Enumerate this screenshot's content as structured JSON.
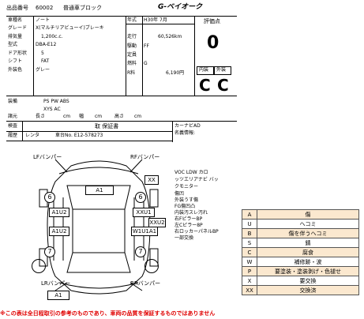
{
  "header": {
    "lot_label": "出品番号",
    "lot_number": "60002",
    "auction_name": "普通車ブロック",
    "brand": "G-ベイオーク"
  },
  "specs": {
    "car_name_label": "車種名",
    "car_name": "ノート",
    "grade_label": "グレード",
    "grade": "X(マルチリアビューイ)ブレーキ",
    "displacement_label": "排気量",
    "displacement": "1,200c.c.",
    "model_label": "型式",
    "model": "DBA-E12",
    "doors_label": "ドア形状",
    "doors": "5",
    "shift_label": "シフト",
    "shift": "FAT",
    "color_label": "外装色",
    "color": "グレー",
    "year_label": "年式",
    "year": "H30年 7月",
    "mileage_label": "走行",
    "mileage": "60,526km",
    "drive_label": "駆動",
    "drive": "FF",
    "capacity_label": "定員",
    "capacity": "",
    "fuel_label": "燃料",
    "fuel": "G",
    "recycle_label": "R料",
    "recycle": "6,190円"
  },
  "scores": {
    "eval_label": "評価点",
    "eval_score": "0",
    "interior_label": "内装",
    "exterior_label": "外装",
    "interior_score": "C",
    "exterior_score": "C"
  },
  "equipment": {
    "label": "装備",
    "line1": "PS  PW  ABS",
    "line2": "XYS  AC"
  },
  "dims": {
    "label": "諸元",
    "length": "長さ",
    "width": "幅",
    "height": "高さ",
    "unit": "cm"
  },
  "inspection": {
    "label": "検査",
    "warranty": "取 保証書",
    "history_label": "履歴",
    "history": "レンタ",
    "vin": "車台No. E12-578273",
    "car_nav": "カーナビAD",
    "notes_label": "名義情報:"
  },
  "remarks": {
    "line1": "VOC LDW カロ",
    "line2": "ッツエリアナビ バッ",
    "line3": "クモニター",
    "line4": "傷凹",
    "line5": "外装うす傷",
    "line6": "FG傷凹凸",
    "line7": "内装汚スレ汚れ",
    "line8": "右FピラーBP",
    "line9": "左Cピラー8P",
    "line10": "右ロッカーパネルBP",
    "line11": "一部交換"
  },
  "diagram": {
    "lf_bumper": "LFバンパー",
    "rf_bumper": "RFバンパー",
    "lr_bumper": "LRバンパー",
    "rr_bumper": "RRバンパー",
    "front_center": "A1",
    "rf_zone": "XX",
    "front_left_circle": "6",
    "front_right_circle": "6",
    "left_upper": "A1U2",
    "left_lower": "A1U2",
    "right_upper": "XXU1",
    "right_mid": "XXU2",
    "right_lower": "W1U1A1",
    "rear_left_circle": "7",
    "rear_right_circle": "7",
    "rear_bumper": "A1"
  },
  "legend": [
    {
      "code": "A",
      "desc": "傷"
    },
    {
      "code": "U",
      "desc": "ヘコミ"
    },
    {
      "code": "B",
      "desc": "傷を伴うヘコミ"
    },
    {
      "code": "S",
      "desc": "錆"
    },
    {
      "code": "C",
      "desc": "腐食"
    },
    {
      "code": "W",
      "desc": "補修跡・波"
    },
    {
      "code": "P",
      "desc": "要塗装・塗装剥げ・色褪せ"
    },
    {
      "code": "X",
      "desc": "要交換"
    },
    {
      "code": "XX",
      "desc": "交換済"
    }
  ],
  "footer": {
    "disclaimer": "※この表は全日程取引の参考のものであり、車両の品質を保証するものではありません"
  }
}
